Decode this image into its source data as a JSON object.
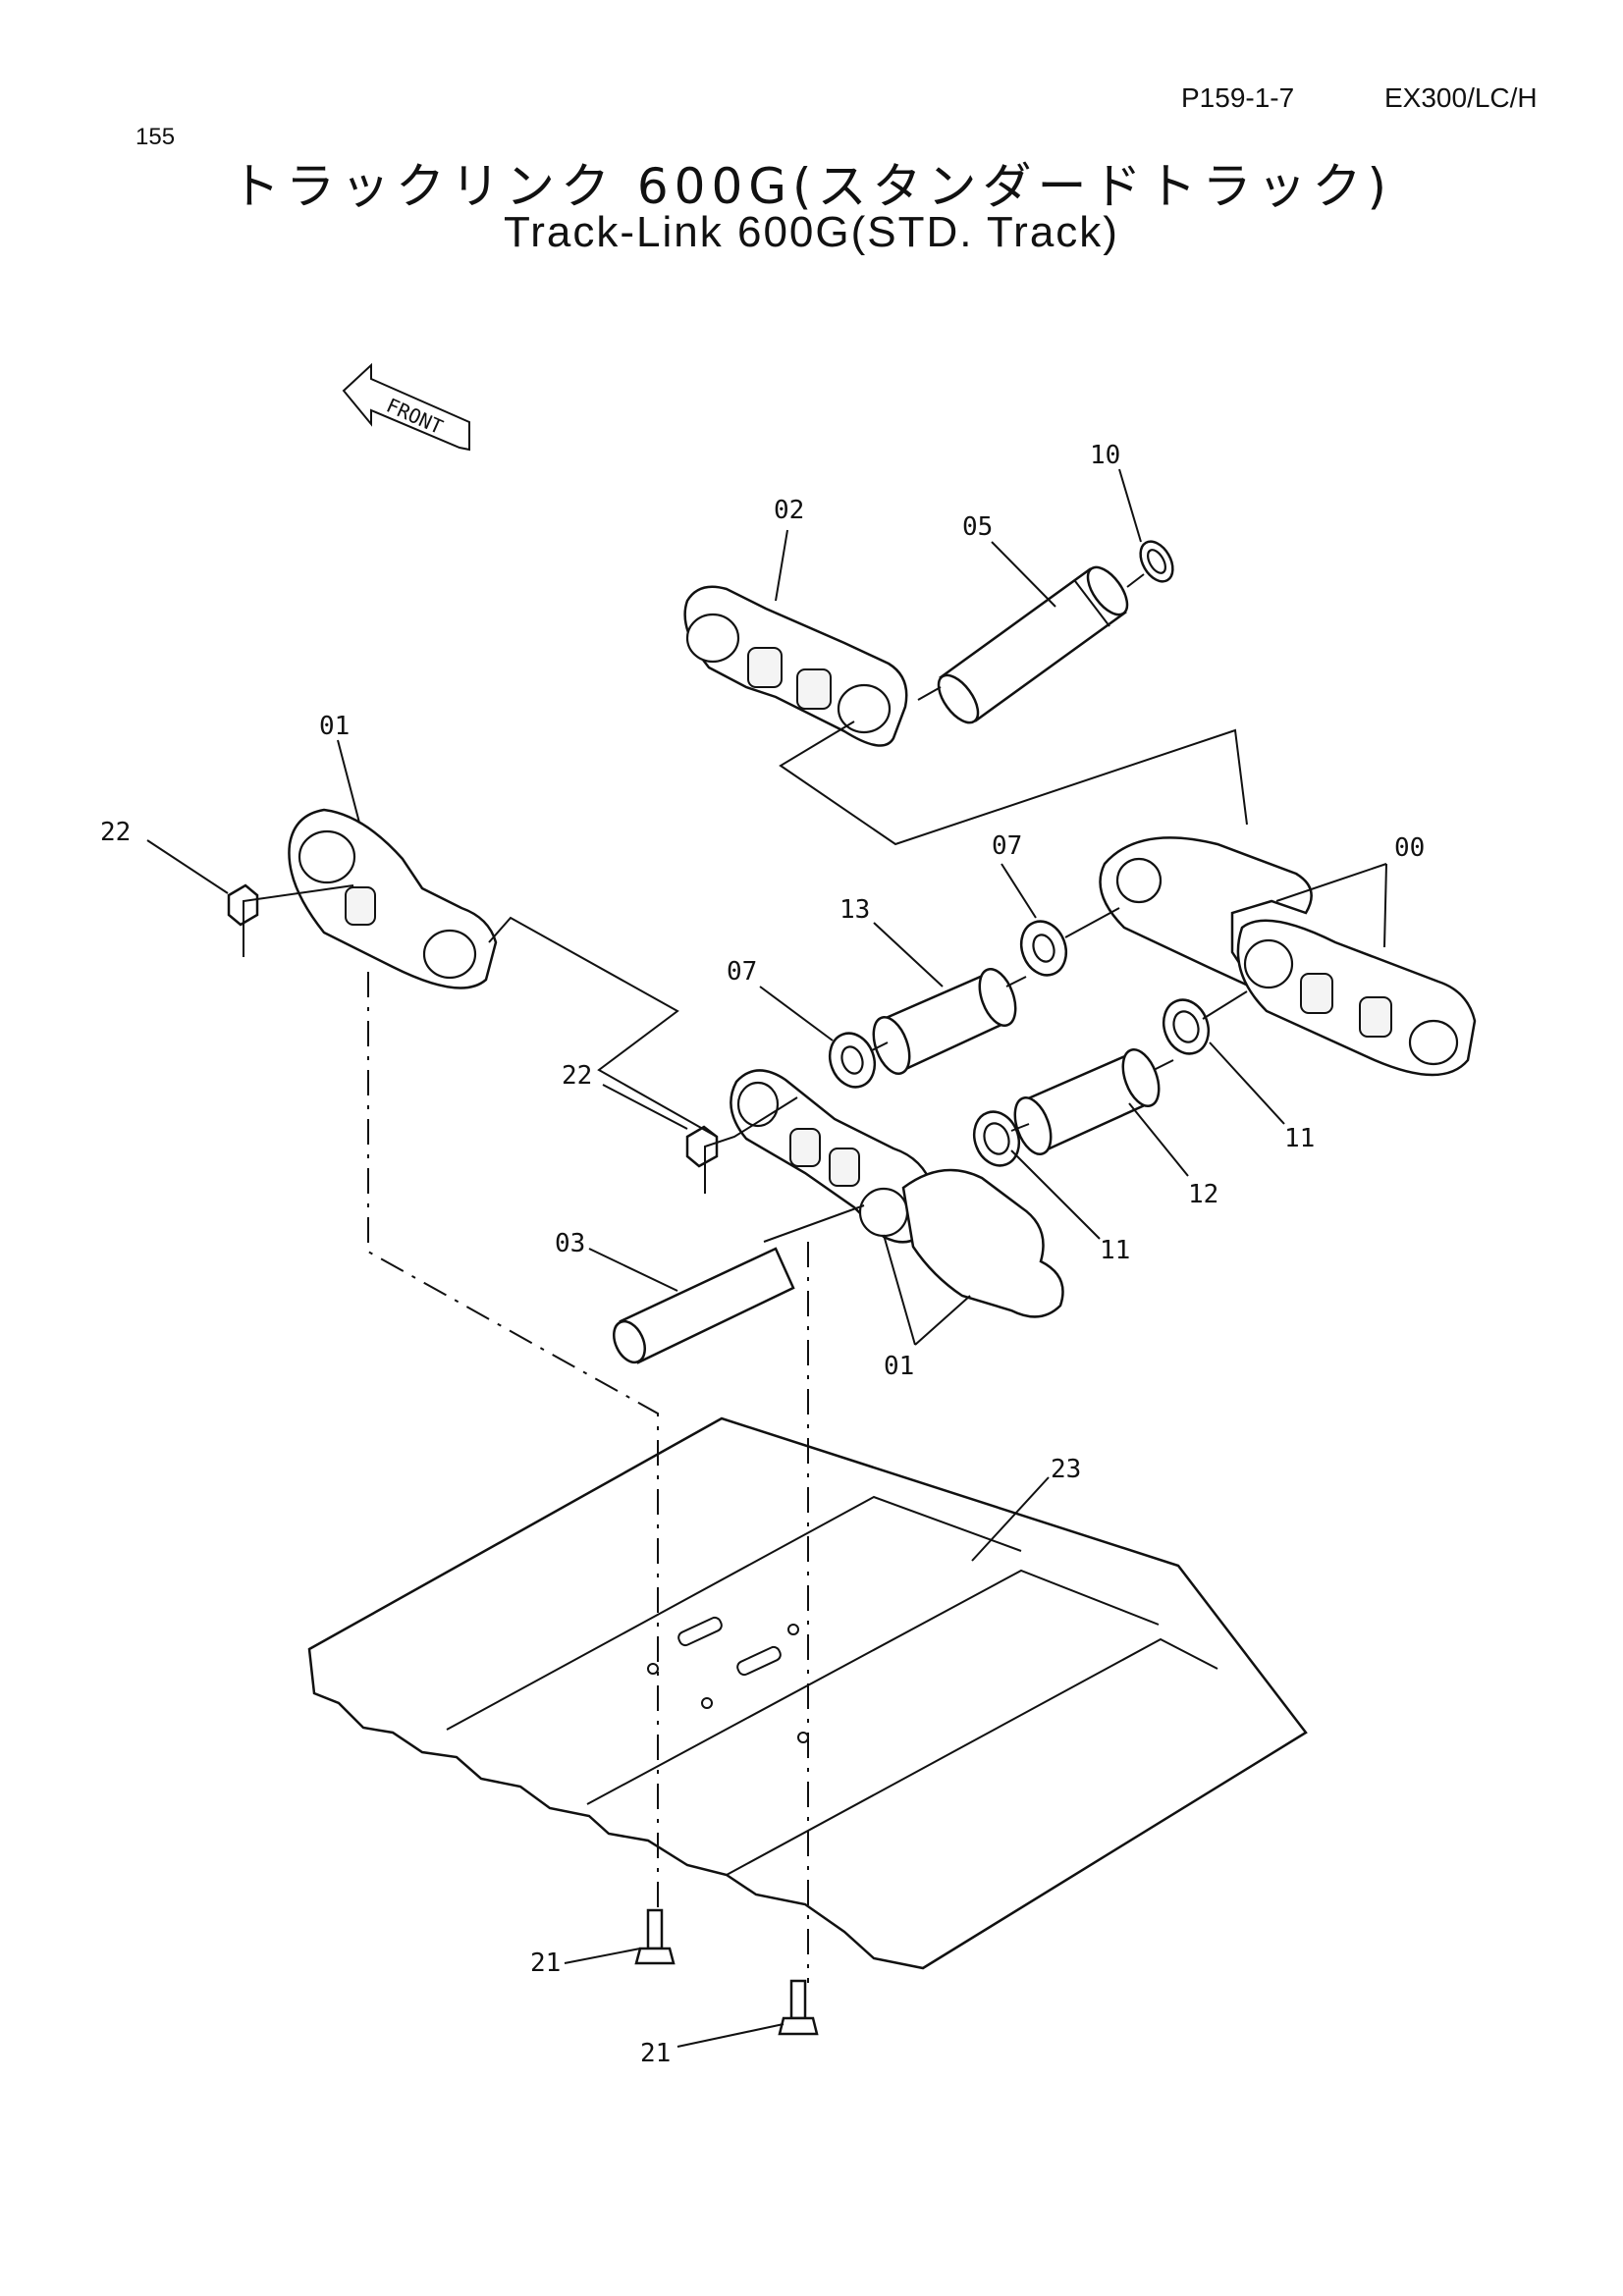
{
  "header": {
    "page_number": "155",
    "reference": "P159-1-7",
    "model": "EX300/LC/H",
    "title_jp": "トラックリンク 600G(スタンダードトラック)",
    "title_en": "Track-Link 600G(STD. Track)"
  },
  "diagram": {
    "front_label": "FRONT",
    "callouts": {
      "c10": "10",
      "c02": "02",
      "c05": "05",
      "c01_top": "01",
      "c22_top": "22",
      "c07_upper": "07",
      "c00": "00",
      "c13": "13",
      "c07_lower": "07",
      "c22_mid": "22",
      "c11_right": "11",
      "c12": "12",
      "c11_mid": "11",
      "c03": "03",
      "c01_bottom": "01",
      "c23": "23",
      "c21_left": "21",
      "c21_right": "21"
    }
  }
}
